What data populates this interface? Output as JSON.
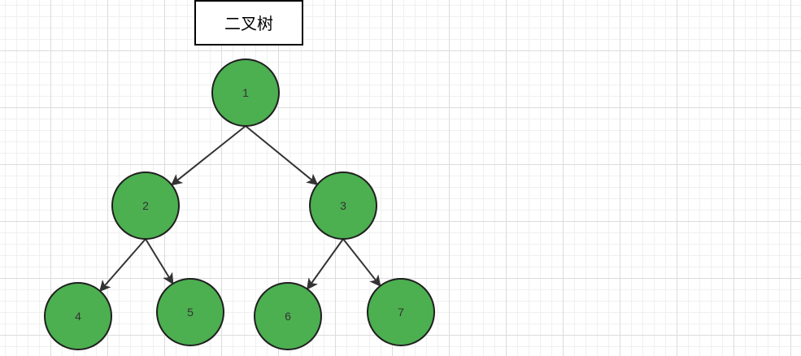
{
  "title": "二叉树",
  "colors": {
    "node_fill": "#4caf50",
    "node_stroke": "#1f1f1f",
    "edge": "#333333",
    "title_border": "#000000",
    "title_fill": "#ffffff"
  },
  "nodes": [
    {
      "id": "n1",
      "label": "1"
    },
    {
      "id": "n2",
      "label": "2"
    },
    {
      "id": "n3",
      "label": "3"
    },
    {
      "id": "n4",
      "label": "4"
    },
    {
      "id": "n5",
      "label": "5"
    },
    {
      "id": "n6",
      "label": "6"
    },
    {
      "id": "n7",
      "label": "7"
    }
  ],
  "edges": [
    {
      "from": "n1",
      "to": "n2"
    },
    {
      "from": "n1",
      "to": "n3"
    },
    {
      "from": "n2",
      "to": "n4"
    },
    {
      "from": "n2",
      "to": "n5"
    },
    {
      "from": "n3",
      "to": "n6"
    },
    {
      "from": "n3",
      "to": "n7"
    }
  ]
}
